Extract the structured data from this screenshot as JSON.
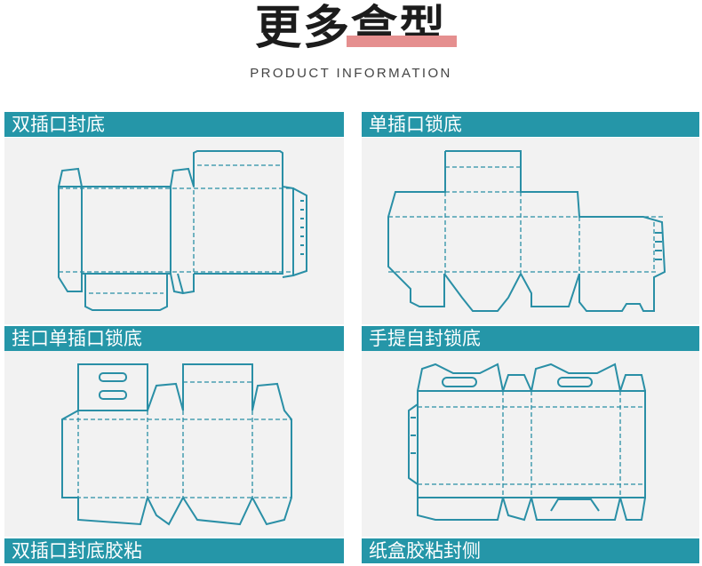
{
  "page": {
    "title": "更多盒型",
    "subtitle": "PRODUCT INFORMATION"
  },
  "colors": {
    "header_bg": "#2596a8",
    "line": "#2a8fa6",
    "panel_bg": "#f2f2f2",
    "title_underline": "#e58f8f"
  },
  "box_types": [
    {
      "label": "双插口封底"
    },
    {
      "label": "单插口锁底"
    },
    {
      "label": "挂口单插口锁底"
    },
    {
      "label": "手提自封锁底"
    },
    {
      "label": "双插口封底胶粘"
    },
    {
      "label": "纸盒胶粘封侧"
    }
  ]
}
